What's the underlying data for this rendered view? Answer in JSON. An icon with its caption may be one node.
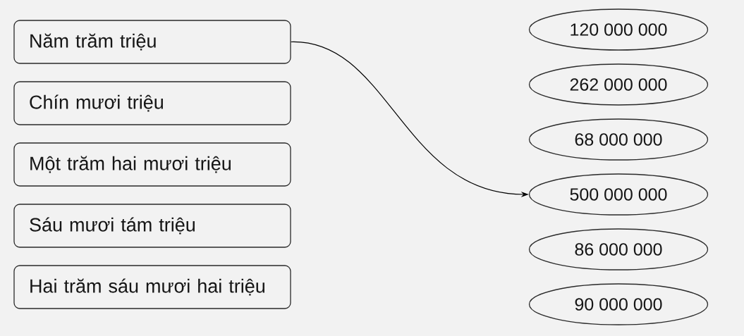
{
  "diagram": {
    "nodes": [
      {
        "text": [
          "Năm trăm triệu"
        ]
      },
      {
        "text": [
          "Chín mươi triệu"
        ]
      },
      {
        "text": [
          "Một trăm hai mươi triệu"
        ]
      },
      {
        "text": [
          "Sáu mươi tám triệu"
        ]
      },
      {
        "text": [
          "Hai trăm sáu mươi hai triệu"
        ]
      },
      {
        "text": [
          "120 000 000"
        ]
      },
      {
        "text": [
          "262 000 000"
        ]
      },
      {
        "text": [
          "68 000 000"
        ]
      },
      {
        "text": [
          "500 000 000"
        ]
      },
      {
        "text": [
          "86 000 000"
        ]
      },
      {
        "text": [
          "90 000 000"
        ]
      }
    ],
    "edges": [
      {
        "from": 0,
        "to": 8,
        "arrow": "to"
      }
    ]
  }
}
